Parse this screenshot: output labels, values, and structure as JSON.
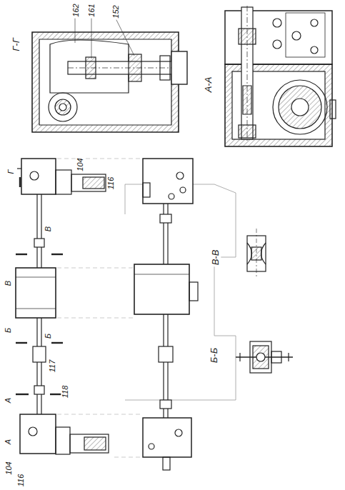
{
  "diagram": {
    "labels": [
      "Г-Г",
      "162",
      "161",
      "152",
      "А-А",
      "Г",
      "104",
      "116",
      "В",
      "В",
      "Б",
      "Б",
      "117",
      "118",
      "А",
      "А",
      "104",
      "116",
      "В-В",
      "Б-Б"
    ]
  }
}
